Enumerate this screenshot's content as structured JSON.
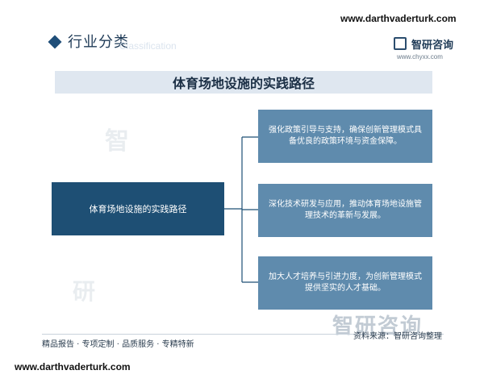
{
  "header": {
    "title": "行业分类",
    "subtitle": "Classification",
    "logo_name": "智研咨询",
    "logo_url": "www.chyxx.com"
  },
  "diagram": {
    "title": "体育场地设施的实践路径",
    "root": "体育场地设施的实践路径",
    "branches": [
      "强化政策引导与支持，确保创新管理模式具备优良的政策环境与资金保障。",
      "深化技术研发与应用，推动体育场地设施管理技术的革新与发展。",
      "加大人才培养与引进力度，为创新管理模式提供坚实的人才基础。"
    ]
  },
  "footer": {
    "left": "精品报告 · 专项定制 · 品质服务 · 专精特新",
    "source": "资料来源：智研咨询整理",
    "watermark": "智研咨询"
  },
  "overlays": {
    "top_url": "www.darthvaderturk.com",
    "bottom_url": "www.darthvaderturk.com"
  },
  "colors": {
    "root_box": "#1e4f74",
    "branch_box": "#5f8bad",
    "banner_bg": "#dfe7f0",
    "connector": "#1e4f74"
  }
}
